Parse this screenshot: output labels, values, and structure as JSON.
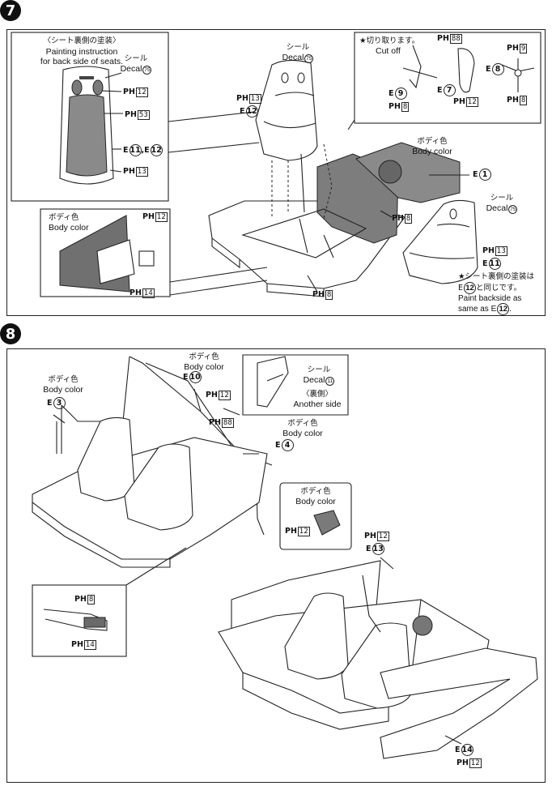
{
  "step7": {
    "number": "7",
    "inset_seat_back": {
      "title_jp": "〈シート裏側の塗装〉",
      "title_en_1": "Painting instruction",
      "title_en_2": "for back side of seats.",
      "decal_jp": "シール",
      "decal_en": "Decal",
      "decal_num": "75",
      "p1_prefix": "PH",
      "p1_num": "12",
      "p2_prefix": "PH",
      "p2_num": "53",
      "e_label": "E",
      "e_a": "11",
      "e_sep": ",E",
      "e_b": "12",
      "p3_prefix": "PH",
      "p3_num": "13"
    },
    "seat_top": {
      "decal_jp": "シール",
      "decal_en": "Decal",
      "decal_num": "75",
      "p_prefix": "PH",
      "p_num": "13",
      "e_label": "E",
      "e_num": "12"
    },
    "cutoff_inset": {
      "title_jp": "★切り取ります。",
      "title_en": "Cut off",
      "p_a_prefix": "PH",
      "p_a_num": "88",
      "e9_label": "E",
      "e9_num": "9",
      "p_b_prefix": "PH",
      "p_b_num": "8",
      "e7_label": "E",
      "e7_num": "7",
      "p_c_prefix": "PH",
      "p_c_num": "12",
      "p_d_prefix": "PH",
      "p_d_num": "9",
      "e8_label": "E",
      "e8_num": "8",
      "p_e_prefix": "PH",
      "p_e_num": "8"
    },
    "floor": {
      "body_jp": "ボディ色",
      "body_en": "Body color",
      "e1_label": "E",
      "e1_num": "1",
      "p8_prefix": "PH",
      "p8_num": "8",
      "p8b_prefix": "PH",
      "p8b_num": "8"
    },
    "seat_right": {
      "decal_jp": "シール",
      "decal_en": "Decal",
      "decal_num": "75",
      "p_prefix": "PH",
      "p_num": "13",
      "e_label": "E",
      "e_num": "11",
      "note_jp_1": "★シート裏側の塗装は",
      "note_jp_2a": "E",
      "note_jp_2_num": "12",
      "note_jp_2b": "と同じです。",
      "note_en_1": "Paint backside as",
      "note_en_2a": "same as E",
      "note_en_2_num": "12",
      "note_en_2b": "."
    },
    "inset_body": {
      "body_jp": "ボディ色",
      "body_en": "Body color",
      "p12_prefix": "PH",
      "p12_num": "12",
      "p14_prefix": "PH",
      "p14_num": "14"
    }
  },
  "step8": {
    "number": "8",
    "left_body": {
      "jp": "ボディ色",
      "en": "Body color",
      "e_label": "E",
      "e_num": "3"
    },
    "top_body": {
      "jp": "ボディ色",
      "en": "Body color",
      "e_label": "E",
      "e_num": "10",
      "p12_prefix": "PH",
      "p12_num": "12",
      "p88_prefix": "PH",
      "p88_num": "88"
    },
    "decal_inset": {
      "jp": "シール",
      "en": "Decal",
      "num": "11",
      "side_jp": "〈裏側〉",
      "side_en": "Another side"
    },
    "right_body": {
      "jp": "ボディ色",
      "en": "Body color",
      "e_label": "E",
      "e_num": "4"
    },
    "color_inset": {
      "jp": "ボディ色",
      "en": "Body color",
      "p_prefix": "PH",
      "p_num": "12"
    },
    "small_inset": {
      "p8_prefix": "PH",
      "p8_num": "8",
      "p14_prefix": "PH",
      "p14_num": "14"
    },
    "side_panel": {
      "p12_prefix": "PH",
      "p12_num": "12",
      "e13_label": "E",
      "e13_num": "13"
    },
    "right_panel": {
      "e14_label": "E",
      "e14_num": "14",
      "p12_prefix": "PH",
      "p12_num": "12"
    }
  }
}
